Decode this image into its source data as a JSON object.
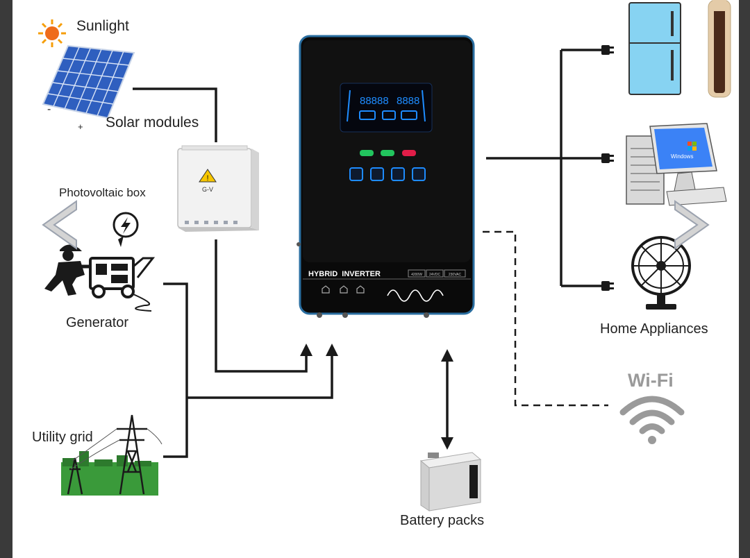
{
  "labels": {
    "sunlight": "Sunlight",
    "solar_modules": "Solar modules",
    "photovoltaic_box": "Photovoltaic box",
    "generator": "Generator",
    "utility_grid": "Utility grid",
    "home_appliances": "Home Appliances",
    "wifi": "Wi-Fi",
    "battery_packs": "Battery packs"
  },
  "inverter": {
    "title": "HYBRID  INVERTER",
    "display_value_1": "88888",
    "display_value_2": "8888",
    "spec_tags": [
      "4200W",
      "24VDC",
      "230VAC"
    ]
  },
  "pv_box_text": "G-V",
  "monitor_text": "Windows",
  "navigation": {
    "prev_icon": "chevron-left-icon",
    "next_icon": "chevron-right-icon"
  },
  "colors": {
    "line": "#1a1a1a",
    "inverter_body": "#0a0a0a",
    "inverter_edge": "#2a6ea0",
    "display_blue": "#1e8cff",
    "led_green": "#22c55e",
    "led_red": "#e11d48",
    "solar_panel": "#2f5fbf",
    "fridge": "#87d3f2",
    "grass": "#3a9a3a"
  }
}
